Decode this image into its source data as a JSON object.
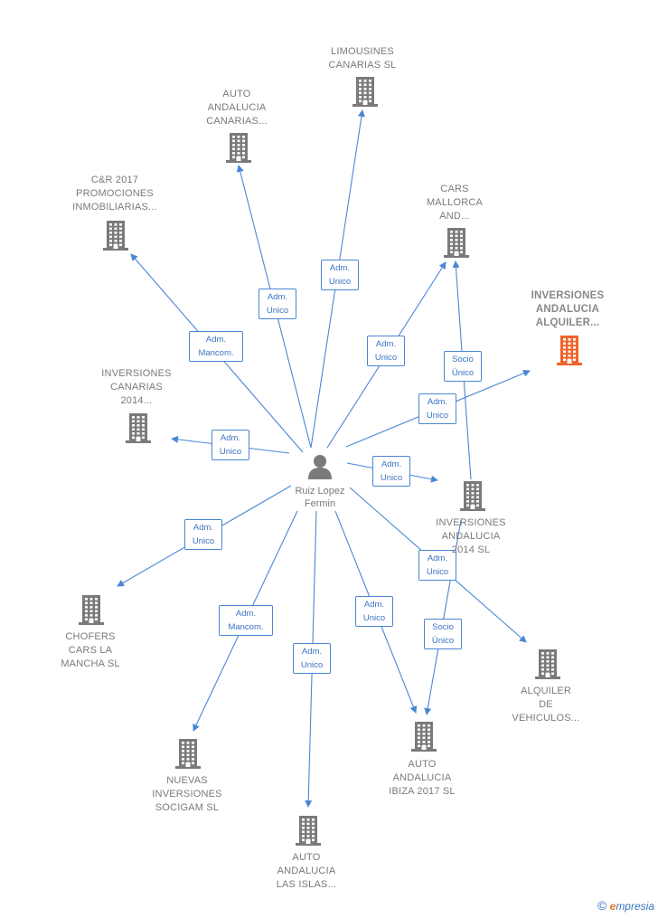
{
  "center": {
    "name_line1": "Ruiz Lopez",
    "name_line2": "Fermin"
  },
  "companies": [
    {
      "lines": [
        "LIMOUSINES",
        "CANARIAS  SL"
      ]
    },
    {
      "lines": [
        "AUTO",
        "ANDALUCIA",
        "CANARIAS..."
      ]
    },
    {
      "lines": [
        "C&R 2017",
        "PROMOCIONES",
        "INMOBILIARIAS..."
      ]
    },
    {
      "lines": [
        "CARS",
        "MALLORCA",
        "AND..."
      ]
    },
    {
      "lines": [
        "INVERSIONES",
        "ANDALUCIA",
        "ALQUILER..."
      ],
      "highlight": true
    },
    {
      "lines": [
        "INVERSIONES",
        "CANARIAS",
        "2014..."
      ]
    },
    {
      "lines": [
        "INVERSIONES",
        "ANDALUCIA",
        "2014  SL"
      ]
    },
    {
      "lines": [
        "CHOFERS",
        "CARS LA",
        "MANCHA  SL"
      ]
    },
    {
      "lines": [
        "ALQUILER",
        "DE",
        "VEHICULOS..."
      ]
    },
    {
      "lines": [
        "NUEVAS",
        "INVERSIONES",
        "SOCIGAM  SL"
      ]
    },
    {
      "lines": [
        "AUTO",
        "ANDALUCIA",
        "IBIZA 2017  SL"
      ]
    },
    {
      "lines": [
        "AUTO",
        "ANDALUCIA",
        "LAS ISLAS..."
      ]
    }
  ],
  "edges": [
    {
      "from": "center",
      "to": 0,
      "role": [
        "Adm.",
        "Unico"
      ]
    },
    {
      "from": "center",
      "to": 1,
      "role": [
        "Adm.",
        "Unico"
      ]
    },
    {
      "from": "center",
      "to": 2,
      "role": [
        "Adm.",
        "Mancom."
      ]
    },
    {
      "from": "center",
      "to": 3,
      "role": [
        "Adm.",
        "Unico"
      ]
    },
    {
      "from": "center",
      "to": 4,
      "role": [
        "Adm.",
        "Unico"
      ]
    },
    {
      "from": "center",
      "to": 5,
      "role": [
        "Adm.",
        "Unico"
      ]
    },
    {
      "from": "center",
      "to": 6,
      "role": [
        "Adm.",
        "Unico"
      ]
    },
    {
      "from": "center",
      "to": 7,
      "role": [
        "Adm.",
        "Unico"
      ]
    },
    {
      "from": "center",
      "to": 8,
      "role": [
        "Adm.",
        "Unico"
      ]
    },
    {
      "from": "center",
      "to": 9,
      "role": [
        "Adm.",
        "Mancom."
      ]
    },
    {
      "from": "center",
      "to": 10,
      "role": [
        "Adm.",
        "Unico"
      ]
    },
    {
      "from": "center",
      "to": 11,
      "role": [
        "Adm.",
        "Unico"
      ]
    },
    {
      "from": 6,
      "to": 3,
      "role": [
        "Socio",
        "Único"
      ]
    },
    {
      "from": 6,
      "to": 10,
      "role": [
        "Socio",
        "Único"
      ]
    }
  ],
  "colors": {
    "edge": "#4a86d4",
    "building": "#7a7a7a",
    "highlight": "#f0642a"
  },
  "footer": {
    "copyright": "©",
    "brand_e": "e",
    "brand_rest": "mpresia"
  }
}
